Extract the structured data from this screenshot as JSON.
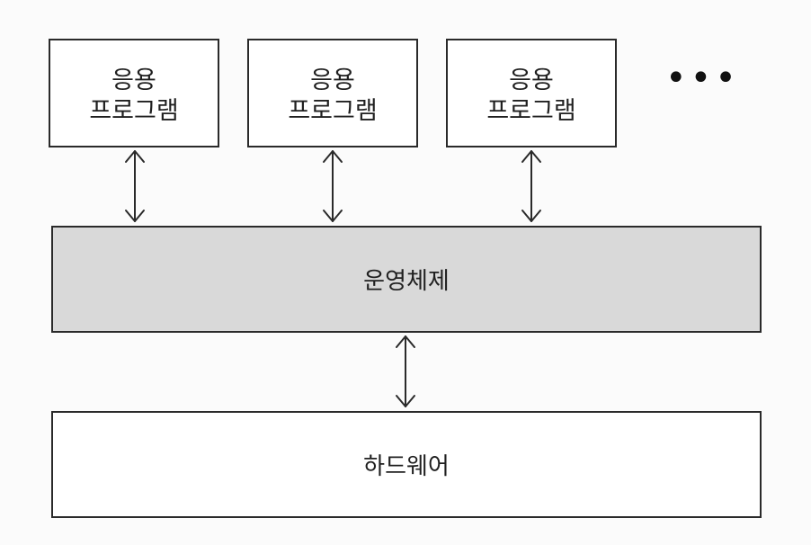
{
  "apps": [
    {
      "line1": "응용",
      "line2": "프로그램"
    },
    {
      "line1": "응용",
      "line2": "프로그램"
    },
    {
      "line1": "응용",
      "line2": "프로그램"
    }
  ],
  "ellipsis": "•••",
  "os": {
    "label": "운영체제"
  },
  "hardware": {
    "label": "하드웨어"
  },
  "colors": {
    "os_fill": "#d9d9d9",
    "box_border": "#2a2a2a",
    "background": "#fbfbfb"
  }
}
